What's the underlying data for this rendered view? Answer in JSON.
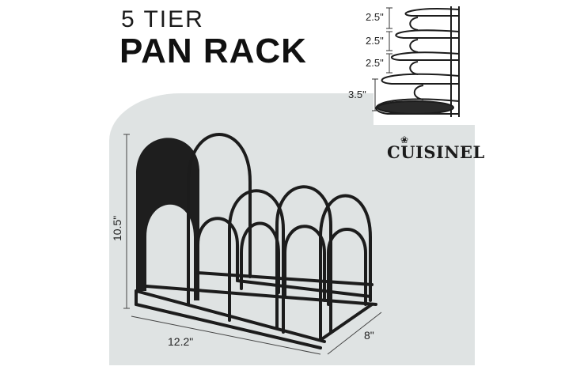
{
  "header": {
    "title_line1": "5 TIER",
    "title_line2": "PAN RACK"
  },
  "brand": {
    "name": "CUISINEL"
  },
  "dimensions": {
    "tier_spacings": [
      "2.5\"",
      "2.5\"",
      "2.5\"",
      "3.5\""
    ],
    "height": "10.5\"",
    "length": "12.2\"",
    "depth": "8\""
  },
  "colors": {
    "rack": "#1c1c1c",
    "panel": "#dfe3e3"
  }
}
